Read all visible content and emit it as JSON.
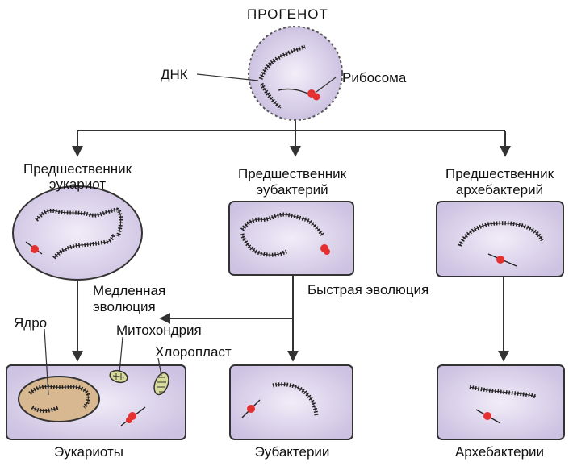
{
  "title": "ПРОГЕНОТ",
  "progenote_labels": {
    "dna": "ДНК",
    "ribosome": "Рибосома"
  },
  "ancestors": [
    {
      "line1": "Предшественник",
      "line2": "эукариот"
    },
    {
      "line1": "Предшественник",
      "line2": "эубактерий"
    },
    {
      "line1": "Предшественник",
      "line2": "архебактерий"
    }
  ],
  "evolution": {
    "slow_line1": "Медленная",
    "slow_line2": "эволюция",
    "fast": "Быстрая эволюция"
  },
  "organelles": {
    "nucleus": "Ядро",
    "mitochondrion": "Митохондрия",
    "chloroplast": "Хлоропласт"
  },
  "descendants": [
    "Эукариоты",
    "Эубактерии",
    "Архебактерии"
  ],
  "colors": {
    "cell_fill": "#d9d0e8",
    "ribosome": "#e53030",
    "nucleus_fill": "#d8b890",
    "organelle_fill": "#d8dc9a",
    "line": "#333333"
  }
}
